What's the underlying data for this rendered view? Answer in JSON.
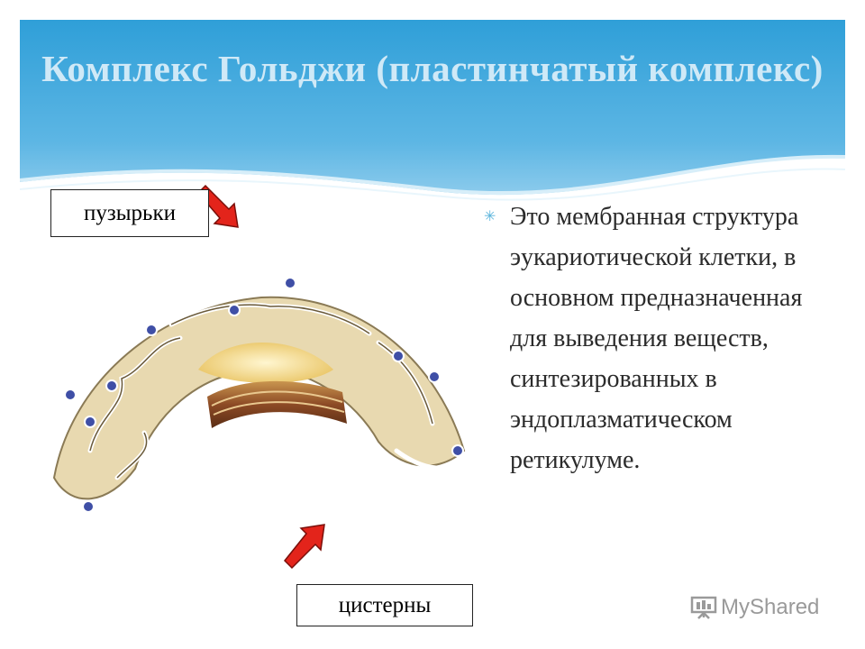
{
  "slide": {
    "title": "Комплекс Гольджи (пластинчатый комплекс)",
    "labels": {
      "vesicles": "пузырьки",
      "cisternae": "цистерны"
    },
    "bullet_text": "Это мембранная структура эукариотической клетки, в основном предназначенная для выведения веществ, синтезированных в эндоплазматическом ретикулуме.",
    "watermark": "MyShared"
  },
  "colors": {
    "header_top": "#2f9fd8",
    "header_bottom": "#7cc6ea",
    "title_text": "#cfe9f7",
    "arrow": "#e3241b",
    "bullet_mark": "#5ab4dc"
  },
  "icons": {
    "arrow": "red-pointer-arrow-icon",
    "bullet": "asterisk-bullet-icon",
    "watermark_logo": "presentation-board-icon"
  }
}
